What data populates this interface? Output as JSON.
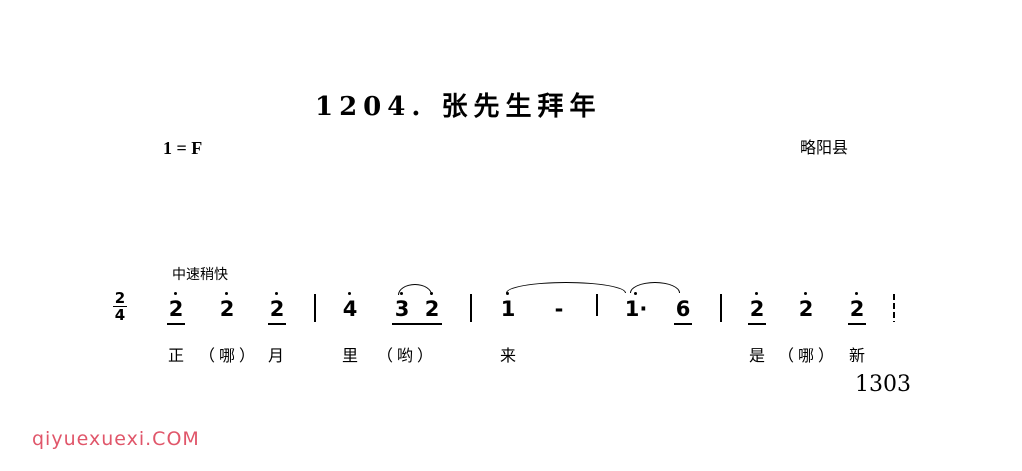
{
  "title": "1204. 张先生拜年",
  "key": "1 = F",
  "region": "略阳县",
  "tempo": "中速稍快",
  "time_signature": {
    "top": "2",
    "bottom": "4"
  },
  "notes": [
    "2",
    "2",
    "2",
    "4",
    "3",
    "2",
    "1",
    "-",
    "1·",
    "6",
    "2",
    "2",
    "2"
  ],
  "lyrics": [
    "正",
    "（哪）",
    "月",
    "里",
    "（哟）",
    "来",
    "是",
    "（哪）",
    "新"
  ],
  "page_number": "1303",
  "watermark": "qiyuexuexi.COM"
}
